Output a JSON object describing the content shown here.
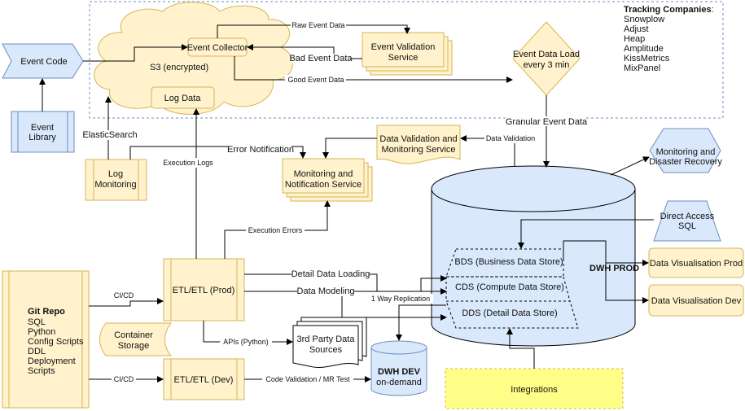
{
  "tracking": {
    "title": "Tracking Companies",
    "colon": ":",
    "items": [
      "Snowplow",
      "Adjust",
      "Heap",
      "Amplitude",
      "KissMetrics",
      "MixPanel"
    ]
  },
  "nodes": {
    "event_code": "Event Code",
    "event_library": [
      "Event",
      "Library"
    ],
    "s3": "S3 (encrypted)",
    "event_collector": "Event Collector",
    "log_data": "Log Data",
    "event_validation": [
      "Event Validation",
      "Service"
    ],
    "event_data_load": [
      "Event Data Load",
      "every 3 min"
    ],
    "log_monitoring": [
      "Log",
      "Monitoring"
    ],
    "monitoring_notification": [
      "Monitoring and",
      "Notification Service"
    ],
    "data_validation_service": [
      "Data Validation and",
      "Monitoring Service"
    ],
    "monitoring_dr": [
      "Monitoring and",
      "Disaster Recovery"
    ],
    "direct_access": [
      "Direct Access",
      "SQL"
    ],
    "bds": "BDS (Business Data Store)",
    "cds": "CDS (Compute Data Store)",
    "dds": "DDS (Detail Data Store)",
    "dwh_prod": "DWH PROD",
    "viz_prod": "Data Visualisation Prod",
    "viz_dev": "Data Visualisation Dev",
    "git_title": "Git Repo",
    "git_items": [
      "SQL",
      "Python",
      "Config Scripts",
      "DDL",
      "Deployment",
      "Scripts"
    ],
    "container_storage": [
      "Container",
      "Storage"
    ],
    "etl_prod": "ETL/ETL (Prod)",
    "etl_dev": "ETL/ETL (Dev)",
    "third_party": [
      "3rd Party Data",
      "Sources"
    ],
    "dwh_dev": [
      "DWH DEV",
      "on-demand"
    ],
    "integrations": "Integrations"
  },
  "edges": {
    "raw_event_data": "Raw Event Data",
    "bad_event_data": "Bad Event Data",
    "good_event_data": "Good Event Data",
    "granular_event_data": "Granular Event Data",
    "elasticsearch": "ElasticSearch",
    "error_notification": "Error Notification",
    "execution_logs": "Execution Logs",
    "data_validation": "Data Validation",
    "execution_errors": "Execution Errors",
    "detail_data_loading": "Detail Data Loading",
    "data_modeling": "Data Modeling",
    "one_way_replication": "1 Way Replication",
    "cicd_prod": "CI/CD",
    "cicd_dev": "CI/CD",
    "apis_python": "APIs (Python)",
    "code_validation": "Code Validation / MR Test"
  }
}
